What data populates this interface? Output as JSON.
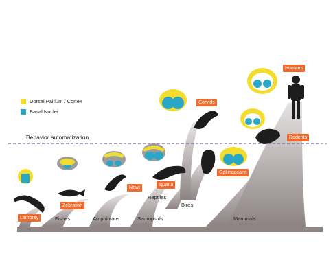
{
  "title": "Behavior automatization",
  "legend": [
    {
      "label": "Dorsal Pallium / Cortex",
      "color": "#f2dd2e"
    },
    {
      "label": "Basal Nuclei",
      "color": "#2aa6c6"
    }
  ],
  "groups": {
    "fishes": "Fishes",
    "amphibians": "Amphibians",
    "sauropsids": "Sauropsids",
    "reptiles": "Reptiles",
    "birds": "Birds",
    "mammals": "Mammals"
  },
  "species": {
    "lamprey": "Lamprey",
    "zebrafish": "Zebrafish",
    "newt": "Newt",
    "iguana": "Iguana",
    "gallinaceans": "Gallinaceans",
    "corvids": "Corvids",
    "rodents": "Rodents",
    "humans": "Humans"
  },
  "colors": {
    "accent": "#ef6a2c",
    "trunk": "#9e9494",
    "divider": "#7b5b8c",
    "silhouette": "#1d1d1d"
  }
}
